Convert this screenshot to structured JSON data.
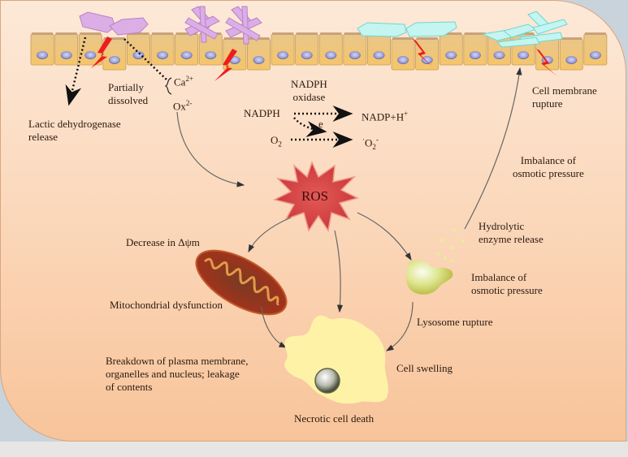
{
  "title": "Crystal-induced ROS mediated necrotic cell death",
  "colors": {
    "background_top": "#fde9d8",
    "background_bottom": "#f8c49a",
    "cell": "#f2c777",
    "nucleus": "#9b9fd6",
    "crystal_purple": "#d9a6e0",
    "crystal_cyan": "#bff3ef",
    "lightning": "#ee1c1c",
    "ros_star": "#d9464a",
    "mitochondrion": "#8a3414",
    "lysosome": "#d8e08a",
    "necrotic_cell": "#fdf2a6"
  },
  "labels": {
    "ldh_release": [
      "Lactic dehydrogenase",
      "release"
    ],
    "partially_dissolved": [
      "Partially",
      "dissolved"
    ],
    "ca": "Ca",
    "ca_sup": "2+",
    "ox": "Ox",
    "ox_sup": "2-",
    "nadph_oxidase": [
      "NADPH",
      "oxidase"
    ],
    "nadph": "NADPH",
    "nadp_h": "NADP+H",
    "nadp_h_sup": "+",
    "electron": "e",
    "o2": "O",
    "o2_sub": "2",
    "superoxide_pre": "·",
    "superoxide": "O",
    "superoxide_sub": "2",
    "superoxide_sup": "-",
    "cell_membrane_rupture": [
      "Cell membrane",
      "rupture"
    ],
    "imbalance_osmotic_top": [
      "Imbalance of",
      "osmotic pressure"
    ],
    "ros": "ROS",
    "hydrolytic_enzyme_release": [
      "Hydrolytic",
      "enzyme release"
    ],
    "decrease_delta_psi": "Decrease in Δψm",
    "mitochondrial_dysfunction": "Mitochondrial dysfunction",
    "imbalance_osmotic_lysosome": [
      "Imbalance of",
      "osmotic pressure"
    ],
    "lysosome_rupture": "Lysosome rupture",
    "breakdown": [
      "Breakdown of plasma membrane,",
      "organelles and nucleus; leakage",
      "of contents"
    ],
    "cell_swelling": "Cell  swelling",
    "necrotic_cell_death": "Necrotic cell death"
  }
}
